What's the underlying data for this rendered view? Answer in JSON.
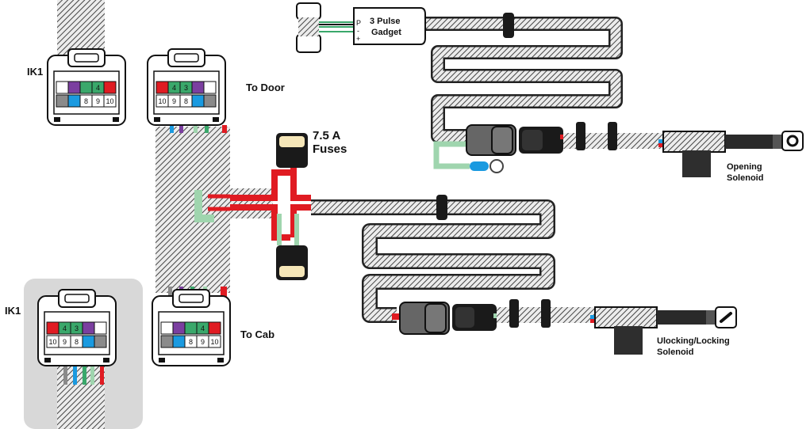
{
  "labels": {
    "ik1_top": "IK1",
    "ik1_bottom": "IK1",
    "to_door": "To Door",
    "to_cab": "To Cab",
    "fuses_line1": "7.5 A",
    "fuses_line2": "Fuses",
    "gadget_line1": "3 Pulse",
    "gadget_line2": "Gadget",
    "gadget_pin_p": "P",
    "gadget_pin_minus": "-",
    "gadget_pin_plus": "+",
    "opening_line1": "Opening",
    "opening_line2": "Solenoid",
    "locking_line1": "Ulocking/Locking",
    "locking_line2": "Solenoid"
  },
  "connectors": {
    "ik1_top": {
      "top": [
        "",
        "",
        "",
        "4",
        ""
      ],
      "bottom": [
        "",
        "",
        "8",
        "9",
        "10"
      ]
    },
    "to_door": {
      "top": [
        "",
        "4",
        "3",
        "",
        ""
      ],
      "bottom": [
        "10",
        "9",
        "8",
        "",
        ""
      ]
    },
    "ik1_bottom": {
      "top": [
        "",
        "4",
        "3",
        "",
        ""
      ],
      "bottom": [
        "10",
        "9",
        "8",
        "",
        ""
      ]
    },
    "to_cab": {
      "top": [
        "",
        "",
        "",
        "4",
        ""
      ],
      "bottom": [
        "",
        "",
        "8",
        "9",
        "10"
      ]
    }
  },
  "colors": {
    "red": "#e01b22",
    "purple": "#7b3fa0",
    "green": "#3aa86b",
    "light_green": "#9fd5ae",
    "blue": "#1a9ae0",
    "gray": "#8a8a8a",
    "dark": "#3a3a3a",
    "fuse_body": "#f5e6b8",
    "panel_bg": "#d8d8d8"
  }
}
